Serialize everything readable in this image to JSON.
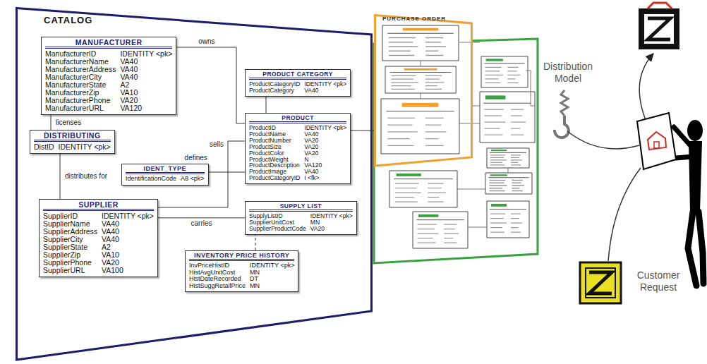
{
  "diagram": {
    "nodes": [
      {
        "text": [
          "CATALOG"
        ]
      },
      {
        "text": [
          "MANUFACTURER",
          "ManufacturerID",
          "IDENTITY <pk>",
          "ManufacturerName",
          "VA40",
          "ManufacturerAddress",
          "VA40",
          "ManufacturerCity",
          "VA40",
          "ManufacturerState",
          "A2",
          "ManufacturerZip",
          "VA10",
          "ManufacturerPhone",
          "VA20",
          "ManufacturerURL",
          "VA120"
        ],
        "in": 0
      },
      {
        "text": [
          "DISTRIBUTING",
          "DistID",
          "IDENTITY <pk>"
        ],
        "in": 0
      },
      {
        "text": [
          "SUPPLIER",
          "SupplierID",
          "IDENTITY <pk>",
          "SupplierName",
          "VA40",
          "SupplierAddress",
          "VA40",
          "SupplierCity",
          "VA40",
          "SupplierState",
          "A2",
          "SupplierZip",
          "VA10",
          "SupplierPhone",
          "VA20",
          "SupplierURL",
          "VA100"
        ],
        "in": 0
      },
      {
        "text": [
          "PRODUCT CATEGORY",
          "ProductCategoryID",
          "IDENTITY <pk>",
          "ProductCategory",
          "VA40"
        ],
        "in": 0
      },
      {
        "text": [
          "PRODUCT",
          "ProductID",
          "IDENTITY <pk>",
          "ProductName",
          "VA40",
          "ProductNumber",
          "VA20",
          "ProductSize",
          "VA20",
          "ProductColor",
          "VA20",
          "ProductWeight",
          "N",
          "ProductDescription",
          "VA120",
          "ProductImage",
          "VA40",
          "ProductCategoryID",
          "I <fk>"
        ],
        "in": 0
      },
      {
        "text": [
          "IDENT_TYPE",
          "IdentificationCode",
          "A8 <pk>"
        ],
        "in": 0
      },
      {
        "text": [
          "SUPPLY LIST",
          "SupplyListID",
          "IDENTITY <pk>",
          "SupplierUnitCost",
          "MN",
          "SupplierProductCode",
          "VA20"
        ],
        "in": 0
      },
      {
        "text": [
          "INVENTORY PRICE HISTORY",
          "InvPriceHistID",
          "IDENTITY <pk>",
          "HistAvgUnitCost",
          "MN",
          "HistDateRecorded",
          "DT",
          "HistSuggRetailPrice",
          "MN"
        ],
        "in": 0
      },
      {
        "text": [
          "PURCHASE ORDER"
        ]
      }
    ],
    "edges": [
      {
        "from": 1,
        "to": 2,
        "label": "licenses",
        "arrow": "none"
      },
      {
        "from": 2,
        "to": 3,
        "label": "distributes for",
        "arrow": "none"
      },
      {
        "from": 1,
        "to": 5,
        "label": "owns",
        "arrow": "none"
      },
      {
        "from": 4,
        "to": 5,
        "arrow": "none"
      },
      {
        "from": 6,
        "to": 5,
        "label": "defines",
        "arrow": "none"
      },
      {
        "from": 3,
        "to": 5,
        "label": "sells",
        "arrow": "none"
      },
      {
        "from": 3,
        "to": 7,
        "label": "carries",
        "arrow": "none"
      },
      {
        "from": 8,
        "to": 7,
        "arrow": "none"
      },
      {
        "from": 5,
        "to": 9,
        "arrow": "none"
      }
    ],
    "labels": [
      "Distribution Model",
      "Customer Request"
    ]
  }
}
